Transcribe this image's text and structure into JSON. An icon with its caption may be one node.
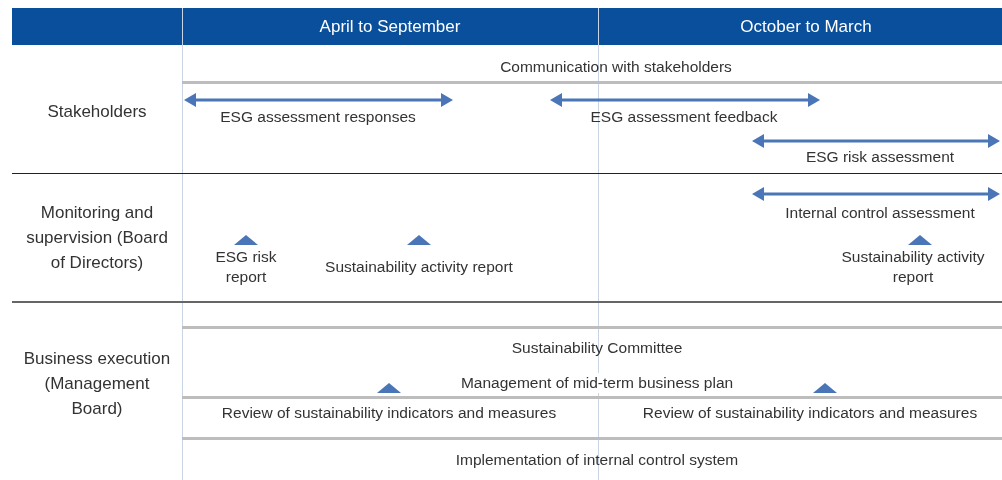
{
  "diagram": {
    "labels": [
      "April to September",
      "October to March",
      "Stakeholders",
      "Communication with stakeholders",
      "ESG assessment responses",
      "ESG assessment feedback",
      "ESG risk assessment",
      "Monitoring and supervision (Board of Directors)",
      "Internal control assessment",
      "ESG risk report",
      "Sustainability activity report",
      "Sustainability activity report",
      "Business execution (Management Board)",
      "Sustainability Committee",
      "Management of mid-term business plan",
      "Review of sustainability indicators and measures",
      "Review of sustainability indicators and measures",
      "Implementation of internal control system"
    ]
  }
}
